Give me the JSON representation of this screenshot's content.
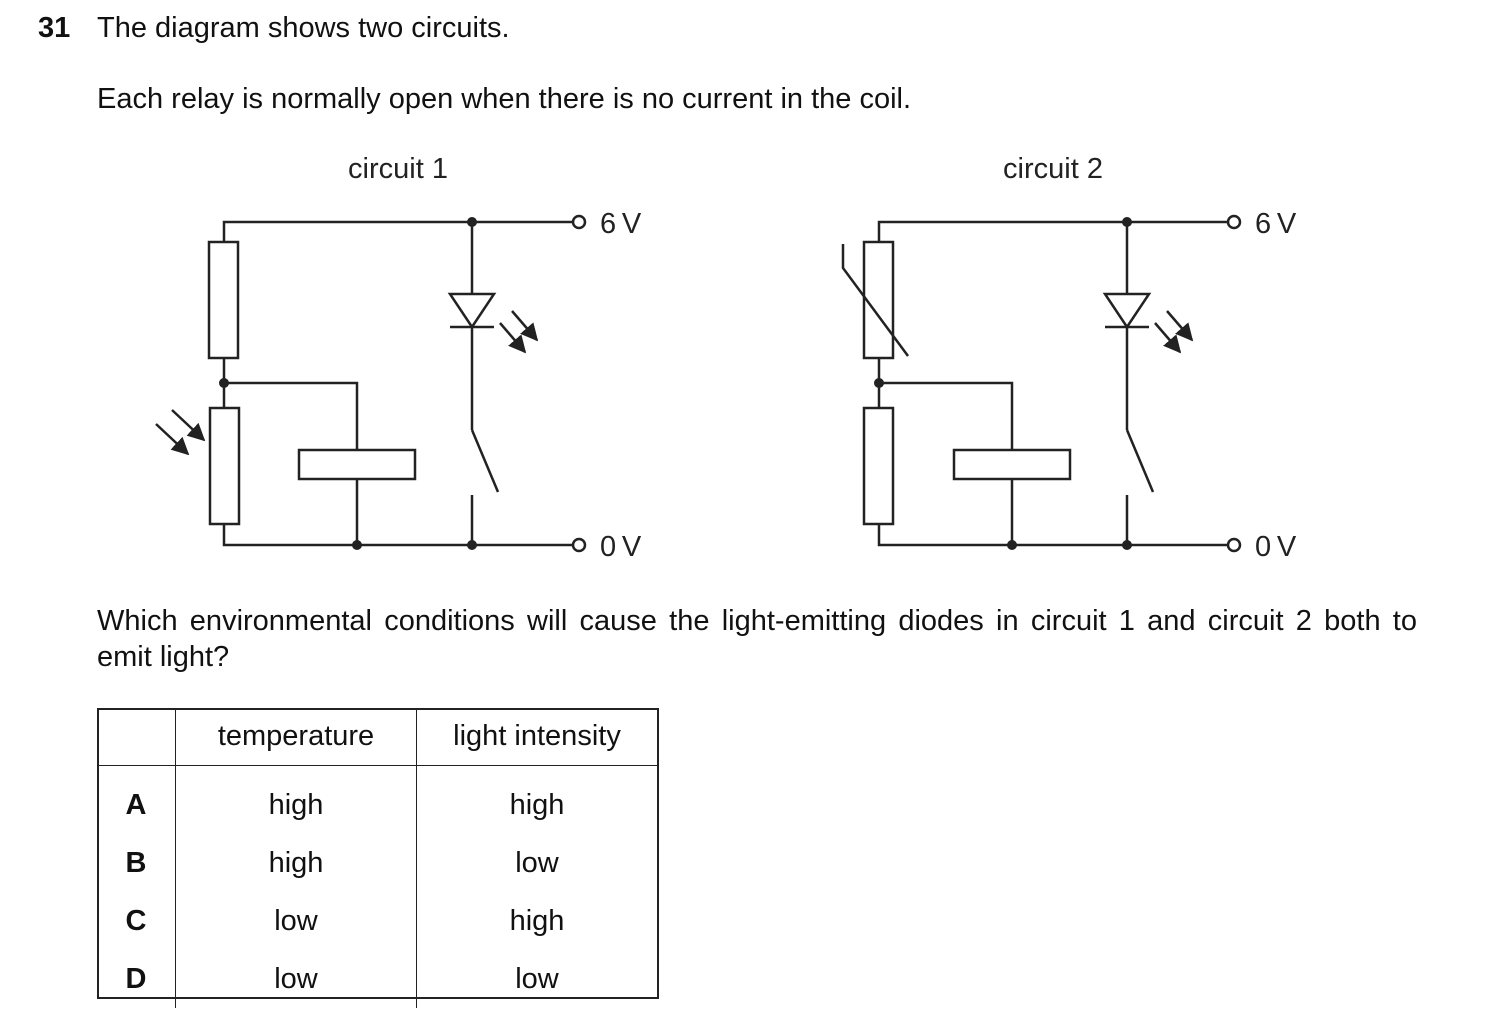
{
  "question": {
    "number": "31",
    "intro": "The diagram shows two circuits.",
    "relay_note": "Each relay is normally open when there is no current in the coil.",
    "prompt": "Which environmental conditions will cause the light-emitting diodes in circuit 1 and circuit 2 both to emit light?"
  },
  "diagram": {
    "circuit1": {
      "title": "circuit 1",
      "supply_label": "6 V",
      "ground_label": "0 V"
    },
    "circuit2": {
      "title": "circuit 2",
      "supply_label": "6 V",
      "ground_label": "0 V"
    }
  },
  "table": {
    "headers": [
      "",
      "temperature",
      "light intensity"
    ],
    "rows": [
      {
        "option": "A",
        "temperature": "high",
        "light": "high"
      },
      {
        "option": "B",
        "temperature": "high",
        "light": "low"
      },
      {
        "option": "C",
        "temperature": "low",
        "light": "high"
      },
      {
        "option": "D",
        "temperature": "low",
        "light": "low"
      }
    ]
  }
}
